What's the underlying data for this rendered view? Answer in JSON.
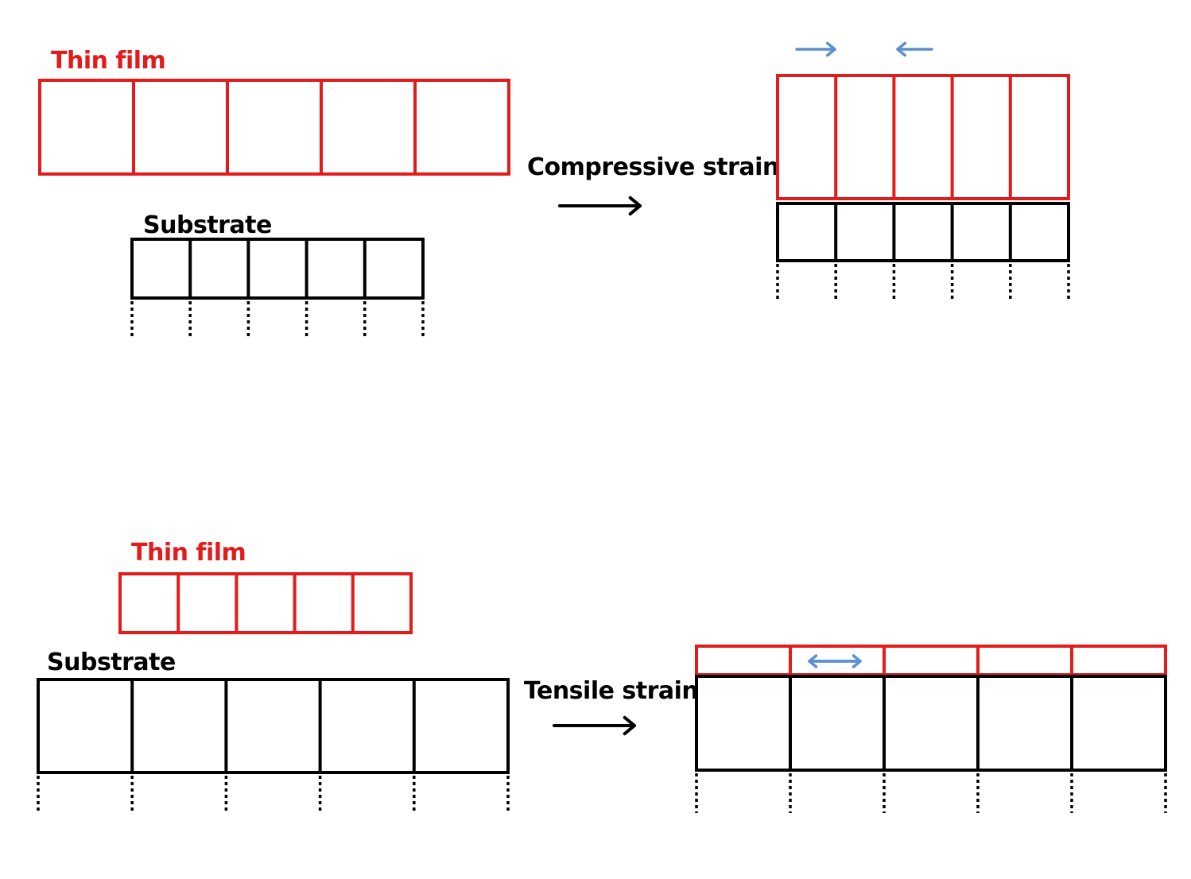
{
  "colors": {
    "film": "#e31b1b",
    "substrate": "#000000",
    "strain_arrow": "#5b8fd0",
    "process_arrow": "#000000"
  },
  "compressive": {
    "film_label": "Thin film",
    "substrate_label": "Substrate",
    "strain_label": "Compressive strain",
    "film_cells": 5,
    "substrate_cells": 5
  },
  "tensile": {
    "film_label": "Thin film",
    "substrate_label": "Substrate",
    "strain_label": "Tensile strain",
    "film_cells": 5,
    "substrate_cells": 5
  }
}
